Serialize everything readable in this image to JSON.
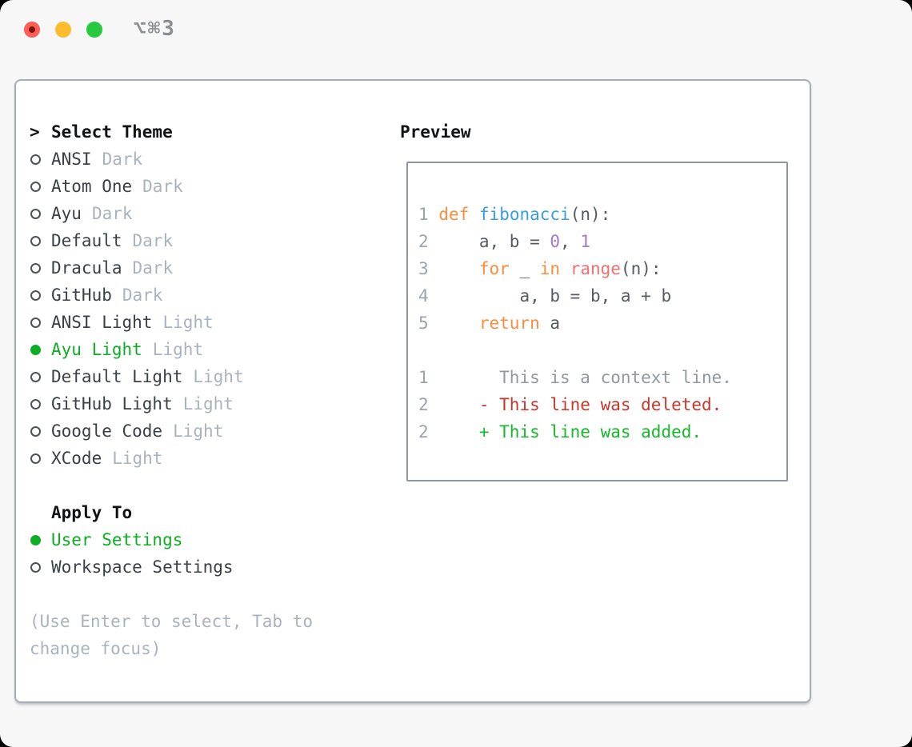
{
  "window": {
    "title": "⌥⌘3",
    "controls": [
      "close",
      "minimize",
      "zoom"
    ]
  },
  "panel": {
    "select_theme_label": "Select Theme",
    "themes": [
      {
        "name": "ANSI",
        "tag": "Dark",
        "selected": false
      },
      {
        "name": "Atom One",
        "tag": "Dark",
        "selected": false
      },
      {
        "name": "Ayu",
        "tag": "Dark",
        "selected": false
      },
      {
        "name": "Default",
        "tag": "Dark",
        "selected": false
      },
      {
        "name": "Dracula",
        "tag": "Dark",
        "selected": false
      },
      {
        "name": "GitHub",
        "tag": "Dark",
        "selected": false
      },
      {
        "name": "ANSI Light",
        "tag": "Light",
        "selected": false
      },
      {
        "name": "Ayu Light",
        "tag": "Light",
        "selected": true
      },
      {
        "name": "Default Light",
        "tag": "Light",
        "selected": false
      },
      {
        "name": "GitHub Light",
        "tag": "Light",
        "selected": false
      },
      {
        "name": "Google Code",
        "tag": "Light",
        "selected": false
      },
      {
        "name": "XCode",
        "tag": "Light",
        "selected": false
      }
    ],
    "apply_to": {
      "label": "Apply To",
      "options": [
        {
          "name": "User Settings",
          "selected": true
        },
        {
          "name": "Workspace Settings",
          "selected": false
        }
      ]
    },
    "help_lines": [
      "(Use Enter to select, Tab to",
      "change focus)"
    ]
  },
  "preview": {
    "label": "Preview",
    "code_lines": [
      {
        "num": "1",
        "tokens": [
          [
            " ",
            "tx"
          ],
          [
            "def",
            "kw"
          ],
          [
            " ",
            "tx"
          ],
          [
            "fibonacci",
            "fn"
          ],
          [
            "(n):",
            "tx"
          ]
        ]
      },
      {
        "num": "2",
        "tokens": [
          [
            "     a, b = ",
            "tx"
          ],
          [
            "0",
            "num"
          ],
          [
            ", ",
            "tx"
          ],
          [
            "1",
            "num"
          ]
        ]
      },
      {
        "num": "3",
        "tokens": [
          [
            "     ",
            "tx"
          ],
          [
            "for",
            "kw"
          ],
          [
            " _ ",
            "tx"
          ],
          [
            "in",
            "kw"
          ],
          [
            " ",
            "tx"
          ],
          [
            "range",
            "rng"
          ],
          [
            "(n):",
            "tx"
          ]
        ]
      },
      {
        "num": "4",
        "tokens": [
          [
            "         a, b = b, a + b",
            "tx"
          ]
        ]
      },
      {
        "num": "5",
        "tokens": [
          [
            "     ",
            "tx"
          ],
          [
            "return",
            "kw"
          ],
          [
            " a",
            "tx"
          ]
        ]
      },
      {
        "num": "",
        "tokens": []
      },
      {
        "num": "1",
        "tokens": [
          [
            "       This is a context line.",
            "ctx"
          ]
        ]
      },
      {
        "num": "2",
        "tokens": [
          [
            "     ",
            "ctx"
          ],
          [
            "- This line was deleted.",
            "del"
          ]
        ]
      },
      {
        "num": "2",
        "tokens": [
          [
            "     ",
            "ctx"
          ],
          [
            "+ This line was added.",
            "add"
          ]
        ]
      }
    ]
  },
  "colors": {
    "window-bg": "#f7f7f8",
    "panel-border": "#a6adb6",
    "codebox-border": "#8e959d",
    "heading": "#101214",
    "item-text": "#3a4047",
    "tag-gray": "#a9b3bf",
    "help-gray": "#a9b3bf",
    "circle-gray": "#4d545b",
    "accent-green": "#0dad25",
    "title-gray": "#8b8e92",
    "light-red": "#ff5d55",
    "light-red-dot": "#7c1512",
    "light-yellow": "#fdbc2e",
    "light-green": "#27c93f",
    "kw": "#fa8d3e",
    "fn": "#399ee6",
    "num": "#a37acc",
    "rng": "#f0716f",
    "tx": "#555b62",
    "ctx": "#8f99a2",
    "del": "#c9362a",
    "add": "#16b82c",
    "ln": "#9aa4ae"
  }
}
